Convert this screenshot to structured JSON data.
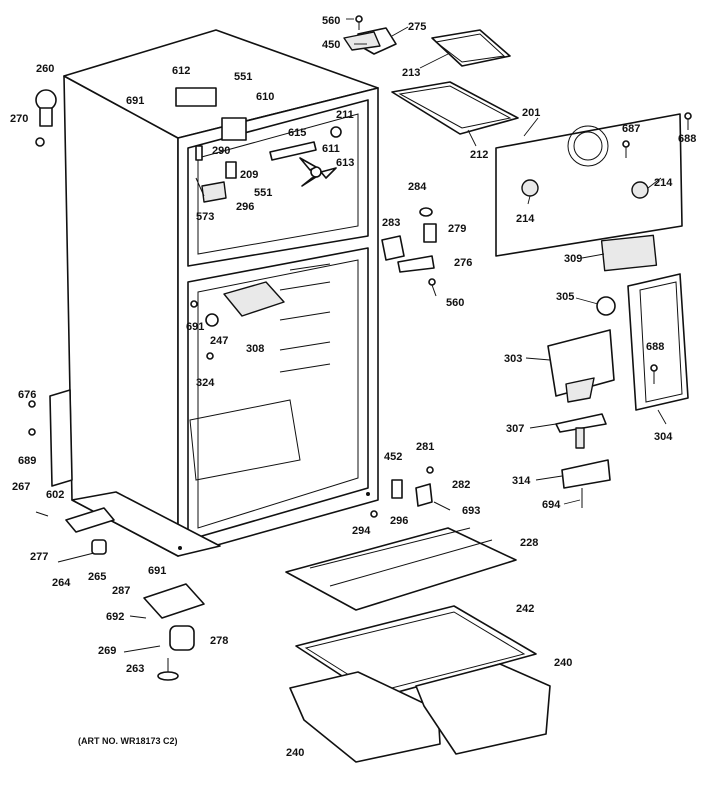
{
  "art_no": "(ART NO. WR18173 C2)",
  "parts": [
    {
      "id": "cabinet",
      "n": "",
      "icon": "refrigerator-cabinet"
    },
    {
      "id": "p560a",
      "n": "560"
    },
    {
      "id": "p275",
      "n": "275"
    },
    {
      "id": "p450",
      "n": "450"
    },
    {
      "id": "p213",
      "n": "213"
    },
    {
      "id": "p212",
      "n": "212"
    },
    {
      "id": "p201",
      "n": "201"
    },
    {
      "id": "p688a",
      "n": "688"
    },
    {
      "id": "p687",
      "n": "687"
    },
    {
      "id": "p214a",
      "n": "214"
    },
    {
      "id": "p214b",
      "n": "214"
    },
    {
      "id": "p309",
      "n": "309"
    },
    {
      "id": "p305",
      "n": "305"
    },
    {
      "id": "p303",
      "n": "303"
    },
    {
      "id": "p688b",
      "n": "688"
    },
    {
      "id": "p304",
      "n": "304"
    },
    {
      "id": "p307",
      "n": "307"
    },
    {
      "id": "p314",
      "n": "314"
    },
    {
      "id": "p694",
      "n": "694"
    },
    {
      "id": "p260",
      "n": "260"
    },
    {
      "id": "p270",
      "n": "270"
    },
    {
      "id": "p612",
      "n": "612"
    },
    {
      "id": "p551a",
      "n": "551"
    },
    {
      "id": "p691a",
      "n": "691"
    },
    {
      "id": "p610",
      "n": "610"
    },
    {
      "id": "p211",
      "n": "211"
    },
    {
      "id": "p615",
      "n": "615"
    },
    {
      "id": "p611",
      "n": "611"
    },
    {
      "id": "p613",
      "n": "613"
    },
    {
      "id": "p290",
      "n": "290"
    },
    {
      "id": "p209",
      "n": "209"
    },
    {
      "id": "p551b",
      "n": "551"
    },
    {
      "id": "p573",
      "n": "573"
    },
    {
      "id": "p296a",
      "n": "296"
    },
    {
      "id": "p284",
      "n": "284"
    },
    {
      "id": "p283",
      "n": "283"
    },
    {
      "id": "p279",
      "n": "279"
    },
    {
      "id": "p276",
      "n": "276"
    },
    {
      "id": "p560b",
      "n": "560"
    },
    {
      "id": "p691b",
      "n": "691"
    },
    {
      "id": "p247",
      "n": "247"
    },
    {
      "id": "p308",
      "n": "308"
    },
    {
      "id": "p324",
      "n": "324"
    },
    {
      "id": "p676",
      "n": "676"
    },
    {
      "id": "p689",
      "n": "689"
    },
    {
      "id": "p267",
      "n": "267"
    },
    {
      "id": "p602",
      "n": "602"
    },
    {
      "id": "p277",
      "n": "277"
    },
    {
      "id": "p264",
      "n": "264"
    },
    {
      "id": "p265",
      "n": "265"
    },
    {
      "id": "p691c",
      "n": "691"
    },
    {
      "id": "p287",
      "n": "287"
    },
    {
      "id": "p692",
      "n": "692"
    },
    {
      "id": "p269",
      "n": "269"
    },
    {
      "id": "p278",
      "n": "278"
    },
    {
      "id": "p263",
      "n": "263"
    },
    {
      "id": "p452",
      "n": "452"
    },
    {
      "id": "p281",
      "n": "281"
    },
    {
      "id": "p282",
      "n": "282"
    },
    {
      "id": "p693",
      "n": "693"
    },
    {
      "id": "p294",
      "n": "294"
    },
    {
      "id": "p296b",
      "n": "296"
    },
    {
      "id": "p228",
      "n": "228"
    },
    {
      "id": "p242",
      "n": "242"
    },
    {
      "id": "p240a",
      "n": "240"
    },
    {
      "id": "p240b",
      "n": "240"
    }
  ]
}
